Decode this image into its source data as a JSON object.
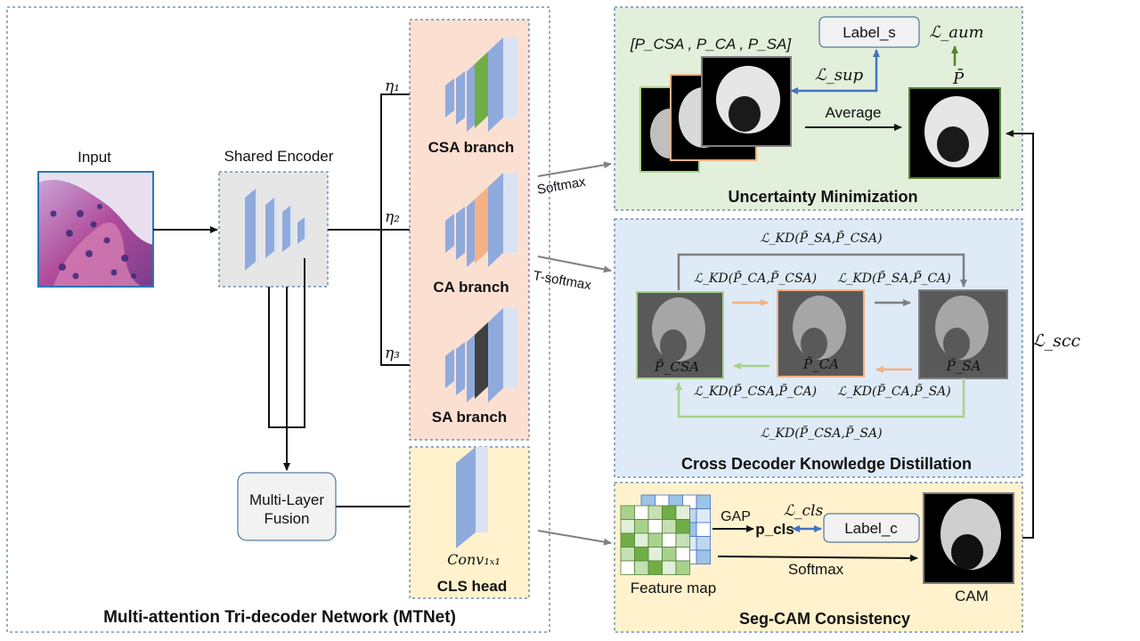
{
  "mtnet_title": "Multi-attention Tri-decoder Network (MTNet)",
  "input_label": "Input",
  "encoder_label": "Shared Encoder",
  "fusion_label_1": "Multi-Layer",
  "fusion_label_2": "Fusion",
  "eta1": "η₁",
  "eta2": "η₂",
  "eta3": "η₃",
  "branches": {
    "csa": "CSA branch",
    "ca": "CA branch",
    "sa": "SA branch",
    "cls": "CLS head",
    "conv": "Conv₁ₓ₁"
  },
  "arrows": {
    "softmax": "Softmax",
    "tsoftmax": "T-softmax"
  },
  "uncertainty": {
    "title": "Uncertainty Minimization",
    "preds": "[P_CSA , P_CA , P_SA]",
    "label_s": "Label_s",
    "l_aum": "ℒ_aum",
    "l_sup": "ℒ_sup",
    "average": "Average",
    "pbar": "P̄"
  },
  "kd": {
    "title": "Cross Decoder Knowledge Distillation",
    "top": "ℒ_KD(P̃_SA,P̃_CSA)",
    "ca_csa": "ℒ_KD(P̃_CA,P̃_CSA)",
    "sa_ca": "ℒ_KD(P̃_SA,P̃_CA)",
    "csa_ca": "ℒ_KD(P̃_CSA,P̃_CA)",
    "ca_sa": "ℒ_KD(P̃_CA,P̃_SA)",
    "bottom": "ℒ_KD(P̃_CSA,P̃_SA)",
    "p_csa": "P̃_CSA",
    "p_ca": "P̃_CA",
    "p_sa": "P̃_SA"
  },
  "l_scc": "ℒ_scc",
  "segcam": {
    "title": "Seg-CAM  Consistency",
    "feature_map": "Feature map",
    "gap": "GAP",
    "p_cls": "p_cls",
    "l_cls": "ℒ_cls",
    "label_c": "Label_c",
    "softmax": "Softmax",
    "cam": "CAM"
  },
  "colors": {
    "csa": "#1a9e45",
    "ca": "#ed7d31",
    "sa": "#8c8c8c",
    "cls": "#2e6db4",
    "um_bg": "#e2efda",
    "kd_bg": "#deebf7",
    "sc_bg": "#fff2cc",
    "branch_bg": "#fbe0d2"
  }
}
